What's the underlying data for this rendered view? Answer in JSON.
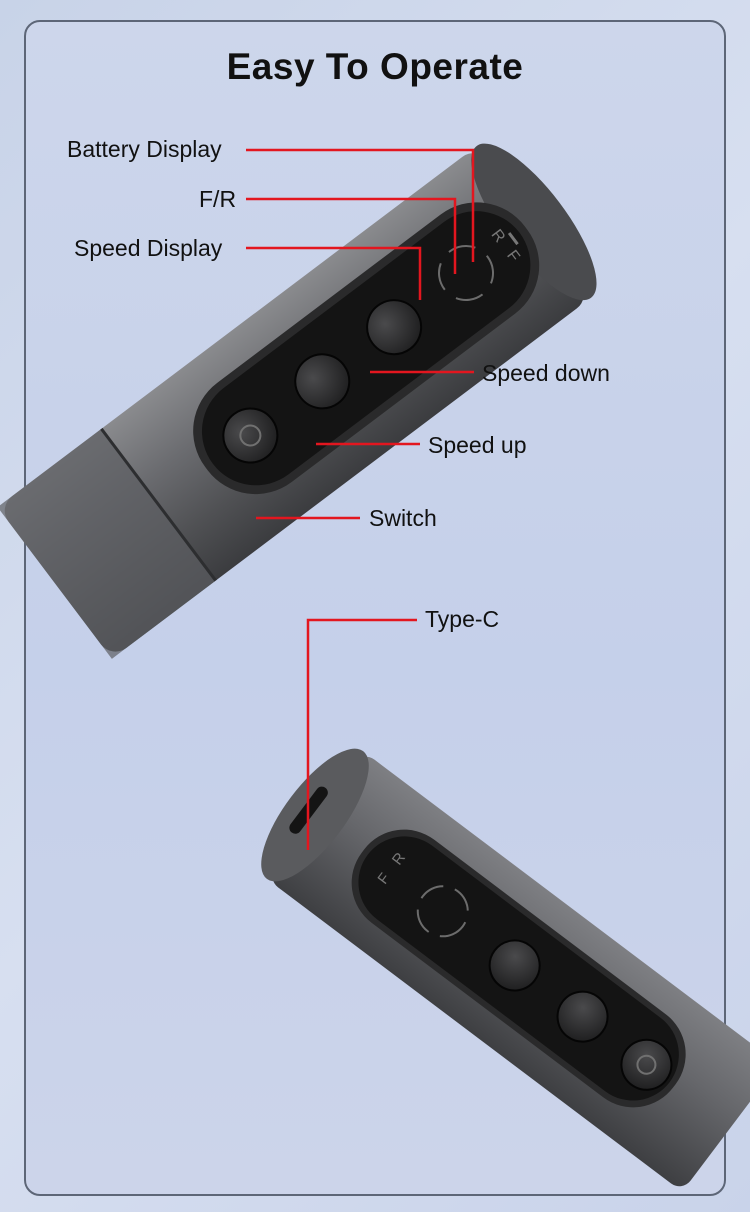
{
  "title": "Easy To Operate",
  "labels": {
    "battery_display": "Battery Display",
    "fr": "F/R",
    "speed_display": "Speed Display",
    "speed_down": "Speed down",
    "speed_up": "Speed up",
    "switch": "Switch",
    "type_c": "Type-C"
  },
  "device_markings": {
    "reverse": "R",
    "forward": "F"
  },
  "colors": {
    "leader_line": "#e3161f",
    "device_body": "#5e5f62",
    "panel": "#141414"
  }
}
